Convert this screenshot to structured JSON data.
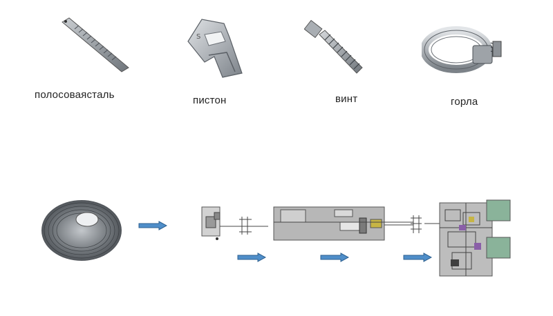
{
  "components": [
    {
      "id": "strip",
      "icon": "steel-strip-icon",
      "label": "полосоваясталь"
    },
    {
      "id": "piston",
      "icon": "piston-clip-icon",
      "label": "пистон"
    },
    {
      "id": "screw",
      "icon": "worm-screw-icon",
      "label": "винт"
    },
    {
      "id": "clamp",
      "icon": "hose-clamp-icon",
      "label": "горла"
    }
  ],
  "process_flow": [
    {
      "id": "coil",
      "icon": "steel-coil-icon"
    },
    {
      "id": "feeder",
      "icon": "strip-feeder-icon"
    },
    {
      "id": "press",
      "icon": "stamping-press-icon"
    },
    {
      "id": "assembly",
      "icon": "assembly-machine-icon"
    }
  ],
  "colors": {
    "arrow": "#4f8ec9",
    "arrow_outline": "#2c5f8f",
    "metal": "#9aa0a6",
    "machine": "#b5b5b5",
    "assembly_green": "#8ab39a"
  }
}
